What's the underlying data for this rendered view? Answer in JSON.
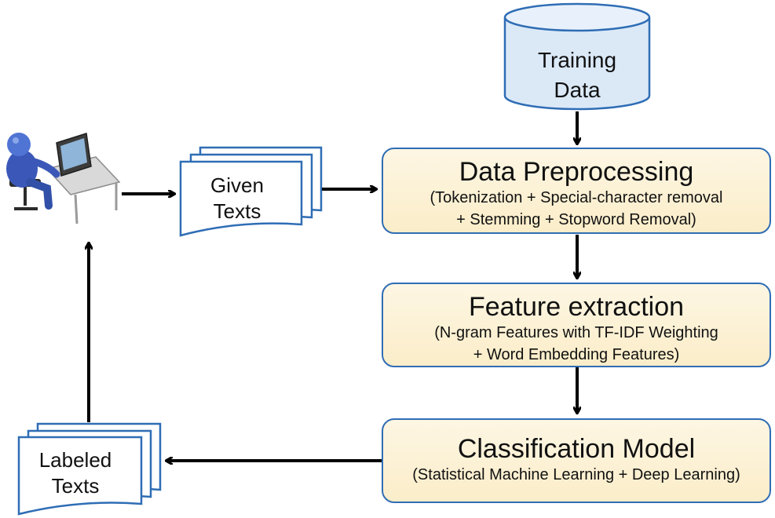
{
  "nodes": {
    "training_data": {
      "line1": "Training",
      "line2": "Data"
    },
    "given_texts": {
      "line1": "Given",
      "line2": "Texts"
    },
    "preprocessing": {
      "title": "Data Preprocessing",
      "line1": "(Tokenization + Special-character removal",
      "line2": "+ Stemming + Stopword Removal)"
    },
    "feature_extraction": {
      "title": "Feature extraction",
      "line1": "(N-gram Features with TF-IDF Weighting",
      "line2": "+ Word Embedding Features)"
    },
    "classification": {
      "title": "Classification Model",
      "line1": "(Statistical Machine Learning + Deep Learning)"
    },
    "labeled_texts": {
      "line1": "Labeled",
      "line2": "Texts"
    },
    "user": {
      "icon": "user-at-computer-icon"
    }
  },
  "colors": {
    "box_border": "#2f6db5",
    "box_fill": "#fbedc9",
    "arrow": "#000000",
    "doc_border": "#2f6db5"
  }
}
